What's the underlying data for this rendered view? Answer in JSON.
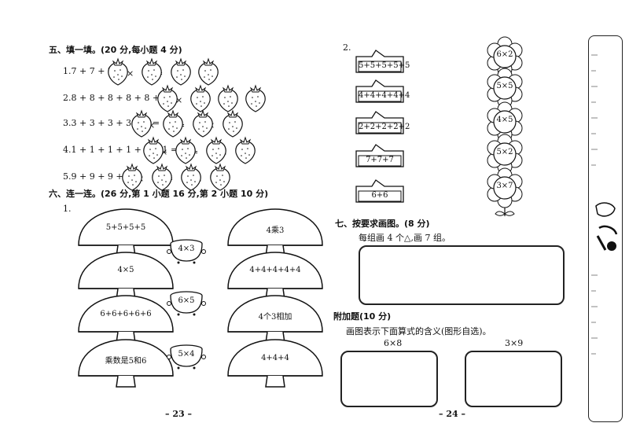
{
  "section5": {
    "title": "五、填一填。(20 分,每小题 4 分)",
    "items": [
      {
        "expr": "1.7 + 7 + 7 =",
        "ops": [
          "×",
          "=",
          "×"
        ]
      },
      {
        "expr": "2.8 + 8 + 8 + 8 + 8 + 8 =",
        "ops": [
          "×",
          "=",
          "×"
        ]
      },
      {
        "expr": "3.3 + 3 + 3 + 3 + 3 =",
        "ops": [
          "×",
          "=",
          "×"
        ]
      },
      {
        "expr": "4.1 + 1 + 1 + 1 + 1 + 1 =",
        "ops": [
          "×",
          "=",
          "×"
        ]
      },
      {
        "expr": "5.9 + 9 + 9 + 9 =",
        "ops": [
          "×",
          "=",
          "×"
        ]
      }
    ]
  },
  "section6": {
    "title": "六、连一连。(26 分,第 1 小题 16 分,第 2 小题 10 分)",
    "sub1": "1.",
    "left_mushrooms": [
      "5+5+5+5",
      "4×5",
      "6+6+6+6+6",
      "乘数是5和6"
    ],
    "bowls": [
      "4×3",
      "6×5",
      "5×4"
    ],
    "right_mushrooms": [
      "4乘3",
      "4+4+4+4+4",
      "4个3相加",
      "4+4+4"
    ]
  },
  "section2": {
    "label": "2.",
    "houses": [
      "5+5+5+5+5",
      "4+4+4+4+4",
      "2+2+2+2+2",
      "7+7+7",
      "6+6"
    ],
    "flowers": [
      "6×2",
      "5×5",
      "4×5",
      "5×2",
      "3×7"
    ]
  },
  "section7": {
    "title": "七、按要求画图。(8 分)",
    "instruction": "每组画 4 个△,画 7 组。"
  },
  "bonus": {
    "title": "附加题(10 分)",
    "instruction": "画图表示下面算式的含义(图形自选)。",
    "exprs": [
      "6×8",
      "3×9"
    ]
  },
  "pages": {
    "left": "– 23 –",
    "right": "– 24 –"
  }
}
